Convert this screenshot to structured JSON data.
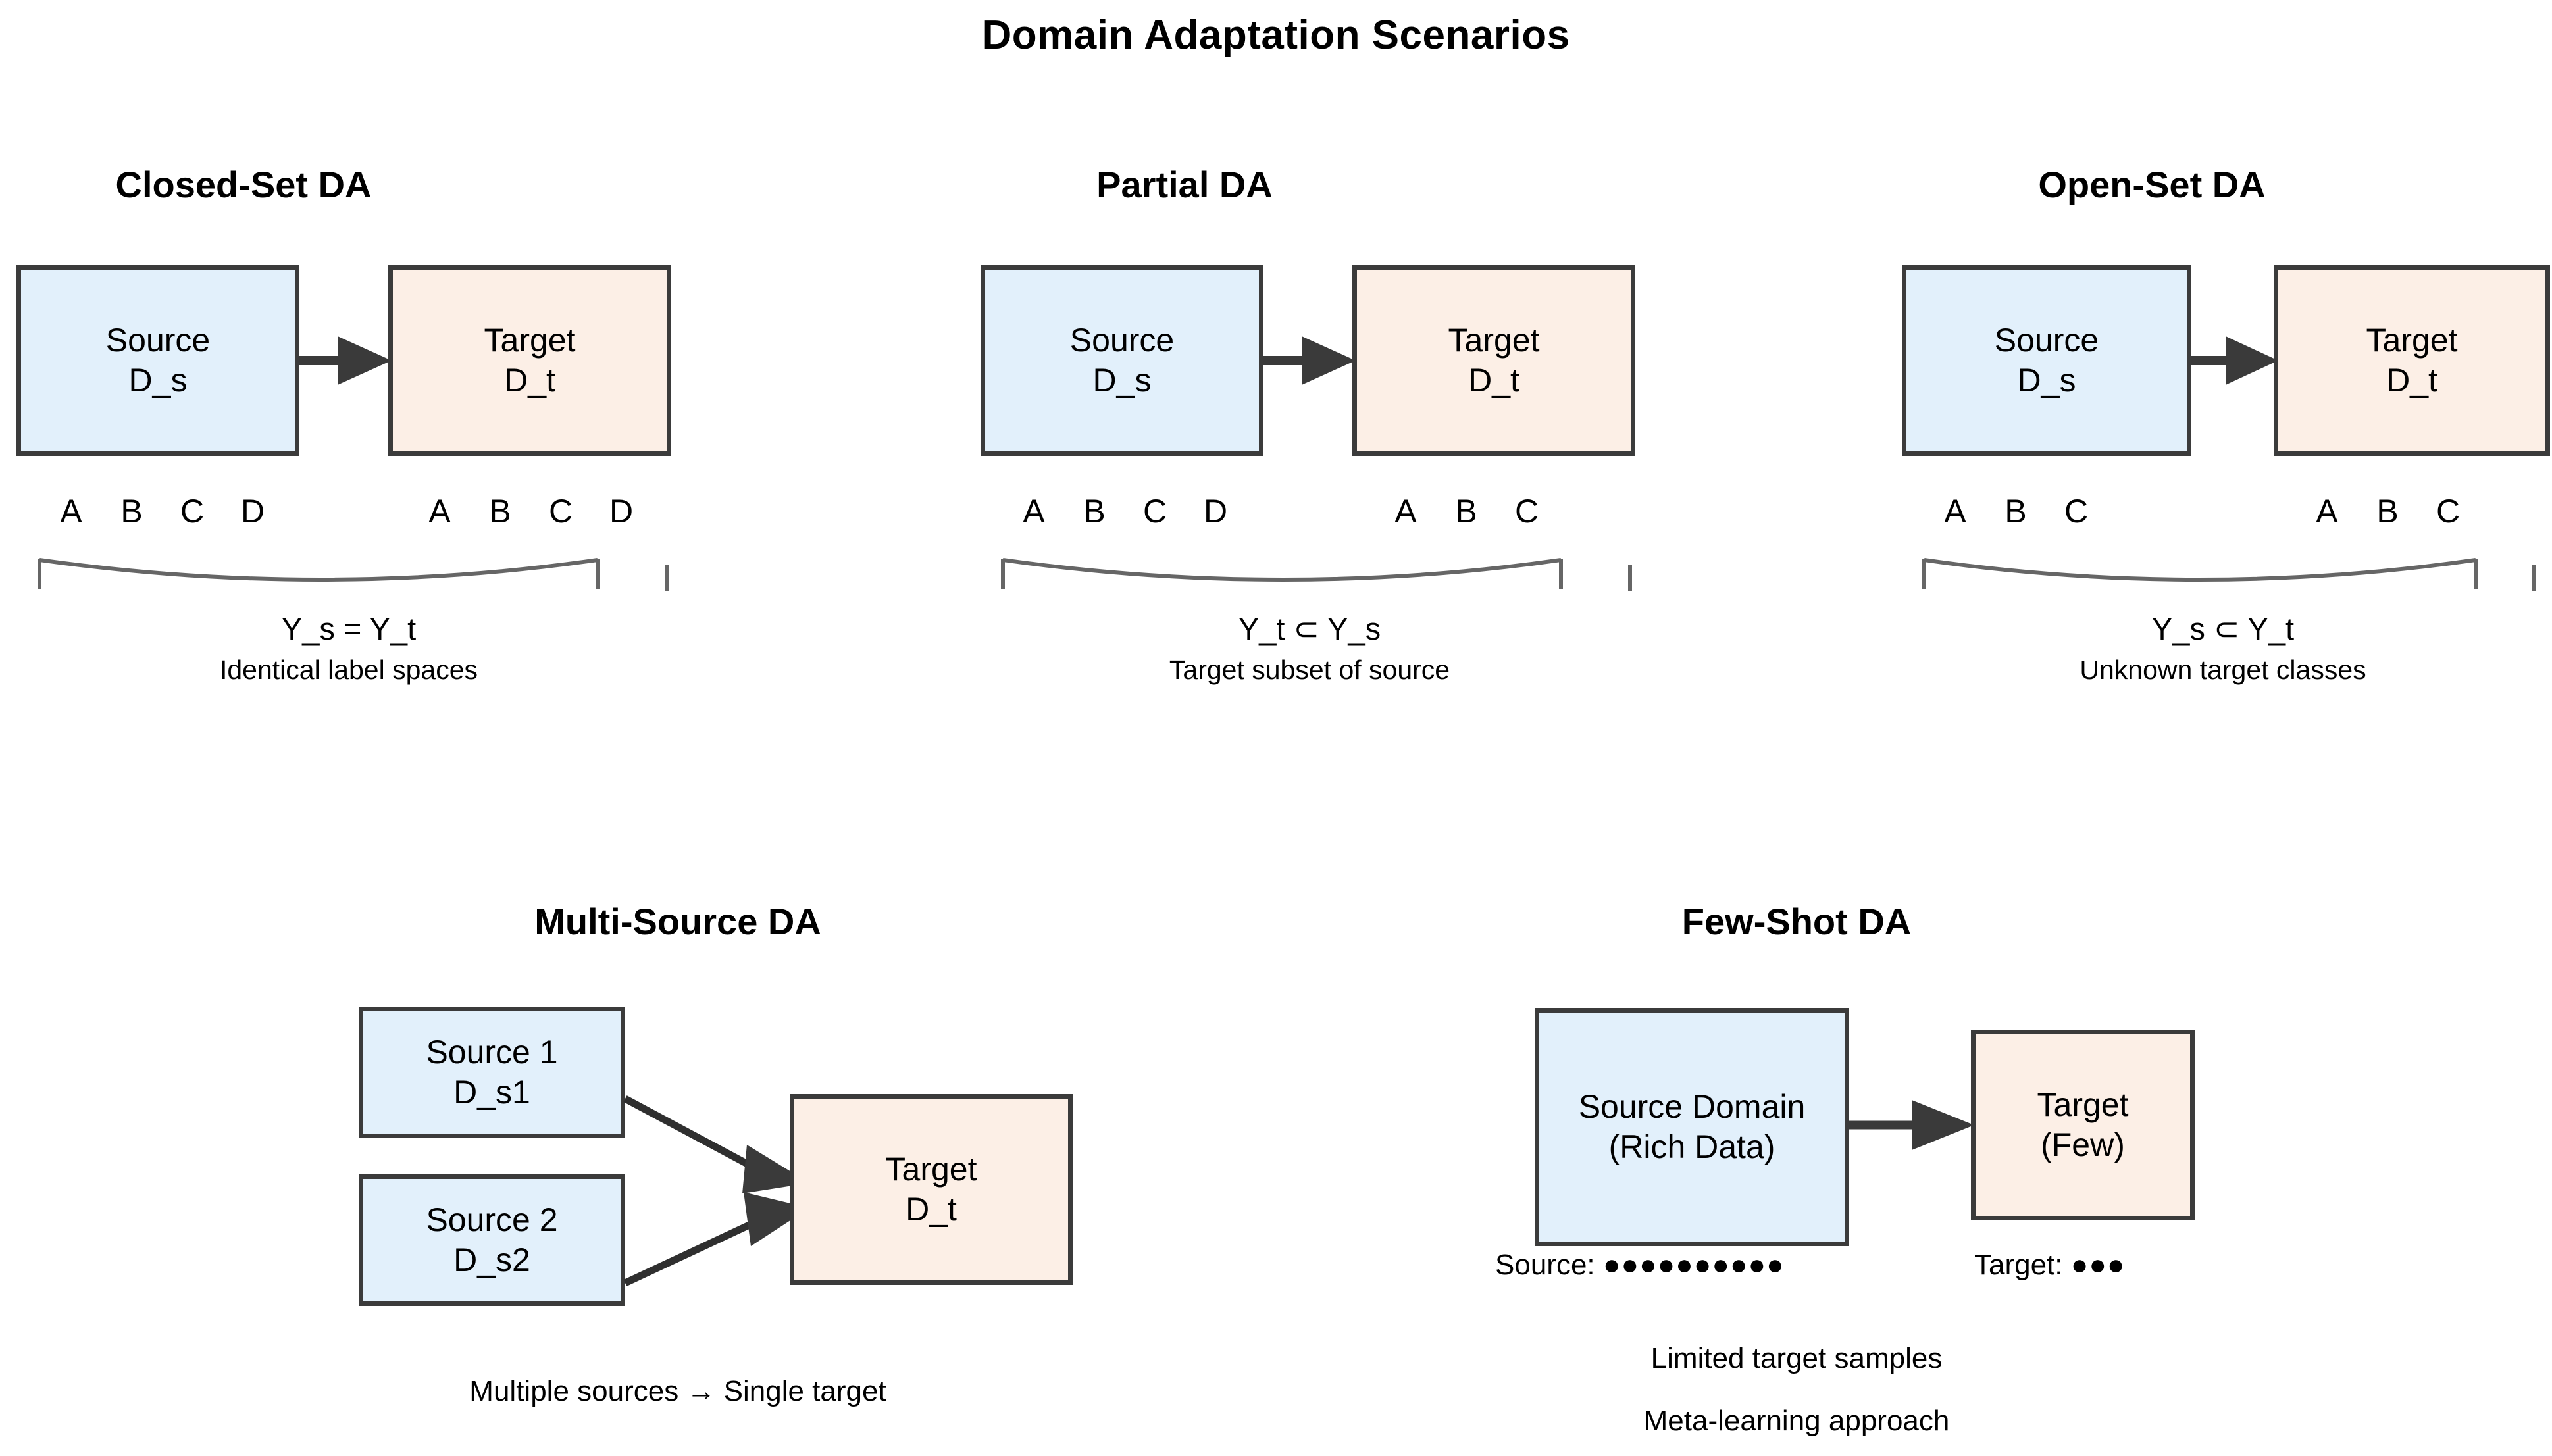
{
  "figure": {
    "title": "Domain Adaptation Scenarios",
    "colors": {
      "source_fill": "#e2f0fb",
      "target_fill": "#fcefe6",
      "box_border": "#3b3b3b",
      "arrow": "#3a3a3a",
      "brace": "#555555",
      "text": "#000000",
      "background": "#ffffff"
    }
  },
  "panels": [
    {
      "id": "closed-set-da",
      "title": "Closed-Set DA",
      "source": {
        "line1": "Source",
        "line2": "D_s"
      },
      "target": {
        "line1": "Target",
        "line2": "D_t"
      },
      "source_classes": [
        "A",
        "B",
        "C",
        "D"
      ],
      "target_classes": [
        "A",
        "B",
        "C",
        "D"
      ],
      "relation": "Y_s = Y_t",
      "description": "Identical label spaces"
    },
    {
      "id": "partial-da",
      "title": "Partial DA",
      "source": {
        "line1": "Source",
        "line2": "D_s"
      },
      "target": {
        "line1": "Target",
        "line2": "D_t"
      },
      "source_classes": [
        "A",
        "B",
        "C",
        "D"
      ],
      "target_classes": [
        "A",
        "B",
        "C"
      ],
      "relation": "Y_t ⊂ Y_s",
      "description": "Target subset of source"
    },
    {
      "id": "open-set-da",
      "title": "Open-Set DA",
      "source": {
        "line1": "Source",
        "line2": "D_s"
      },
      "target": {
        "line1": "Target",
        "line2": "D_t"
      },
      "source_classes": [
        "A",
        "B",
        "C"
      ],
      "target_classes": [
        "A",
        "B",
        "C"
      ],
      "relation": "Y_s ⊂ Y_t",
      "description": "Unknown target classes"
    },
    {
      "id": "multi-source-da",
      "title": "Multi-Source DA",
      "source1": {
        "line1": "Source 1",
        "line2": "D_s1"
      },
      "source2": {
        "line1": "Source 2",
        "line2": "D_s2"
      },
      "target": {
        "line1": "Target",
        "line2": "D_t"
      },
      "caption": "Multiple sources → Single target"
    },
    {
      "id": "few-shot-da",
      "title": "Few-Shot DA",
      "source": {
        "line1": "Source Domain",
        "line2": "(Rich Data)"
      },
      "target": {
        "line1": "Target",
        "line2": "(Few)"
      },
      "source_samples": {
        "label": "Source:",
        "dots": "●●●●●●●●●●",
        "count": 10
      },
      "target_samples": {
        "label": "Target:",
        "dots": "●●●",
        "count": 3
      },
      "caption1": "Limited target samples",
      "caption2": "Meta-learning approach"
    }
  ]
}
